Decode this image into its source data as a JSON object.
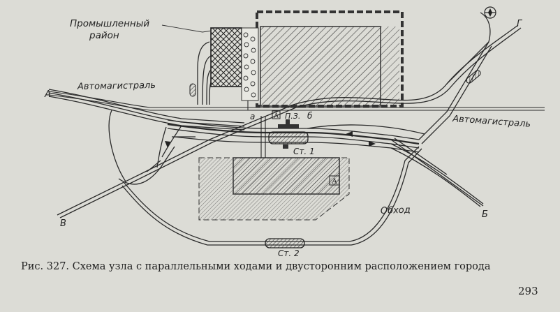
{
  "labels": {
    "industrial_line1": "Промышленный",
    "industrial_line2": "район",
    "highway_left": "Автомагистраль",
    "highway_right": "Автомагистраль",
    "bypass": "Обход",
    "station1": "Ст. 1",
    "station2": "Ст. 2",
    "passenger_station": "П.З.",
    "marker_a_lower": "а",
    "marker_b_lower": "б",
    "zone_a_top": "А",
    "zone_a_bottom": "А",
    "direction_A": "А",
    "direction_B_cyr": "В",
    "direction_B_right": "Б",
    "direction_G": "Г"
  },
  "caption": "Рис. 327. Схема узла с параллельными ходами и двусторонним расположением города",
  "page_number": "293"
}
